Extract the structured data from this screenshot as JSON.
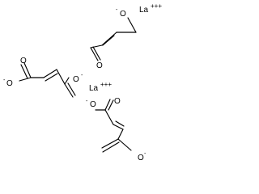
{
  "structure": {
    "atoms": {
      "oxygen": "O",
      "negative_charge": "-"
    },
    "ions": [
      {
        "symbol": "La",
        "charge": "+++"
      },
      {
        "symbol": "La",
        "charge": "+++"
      }
    ]
  }
}
